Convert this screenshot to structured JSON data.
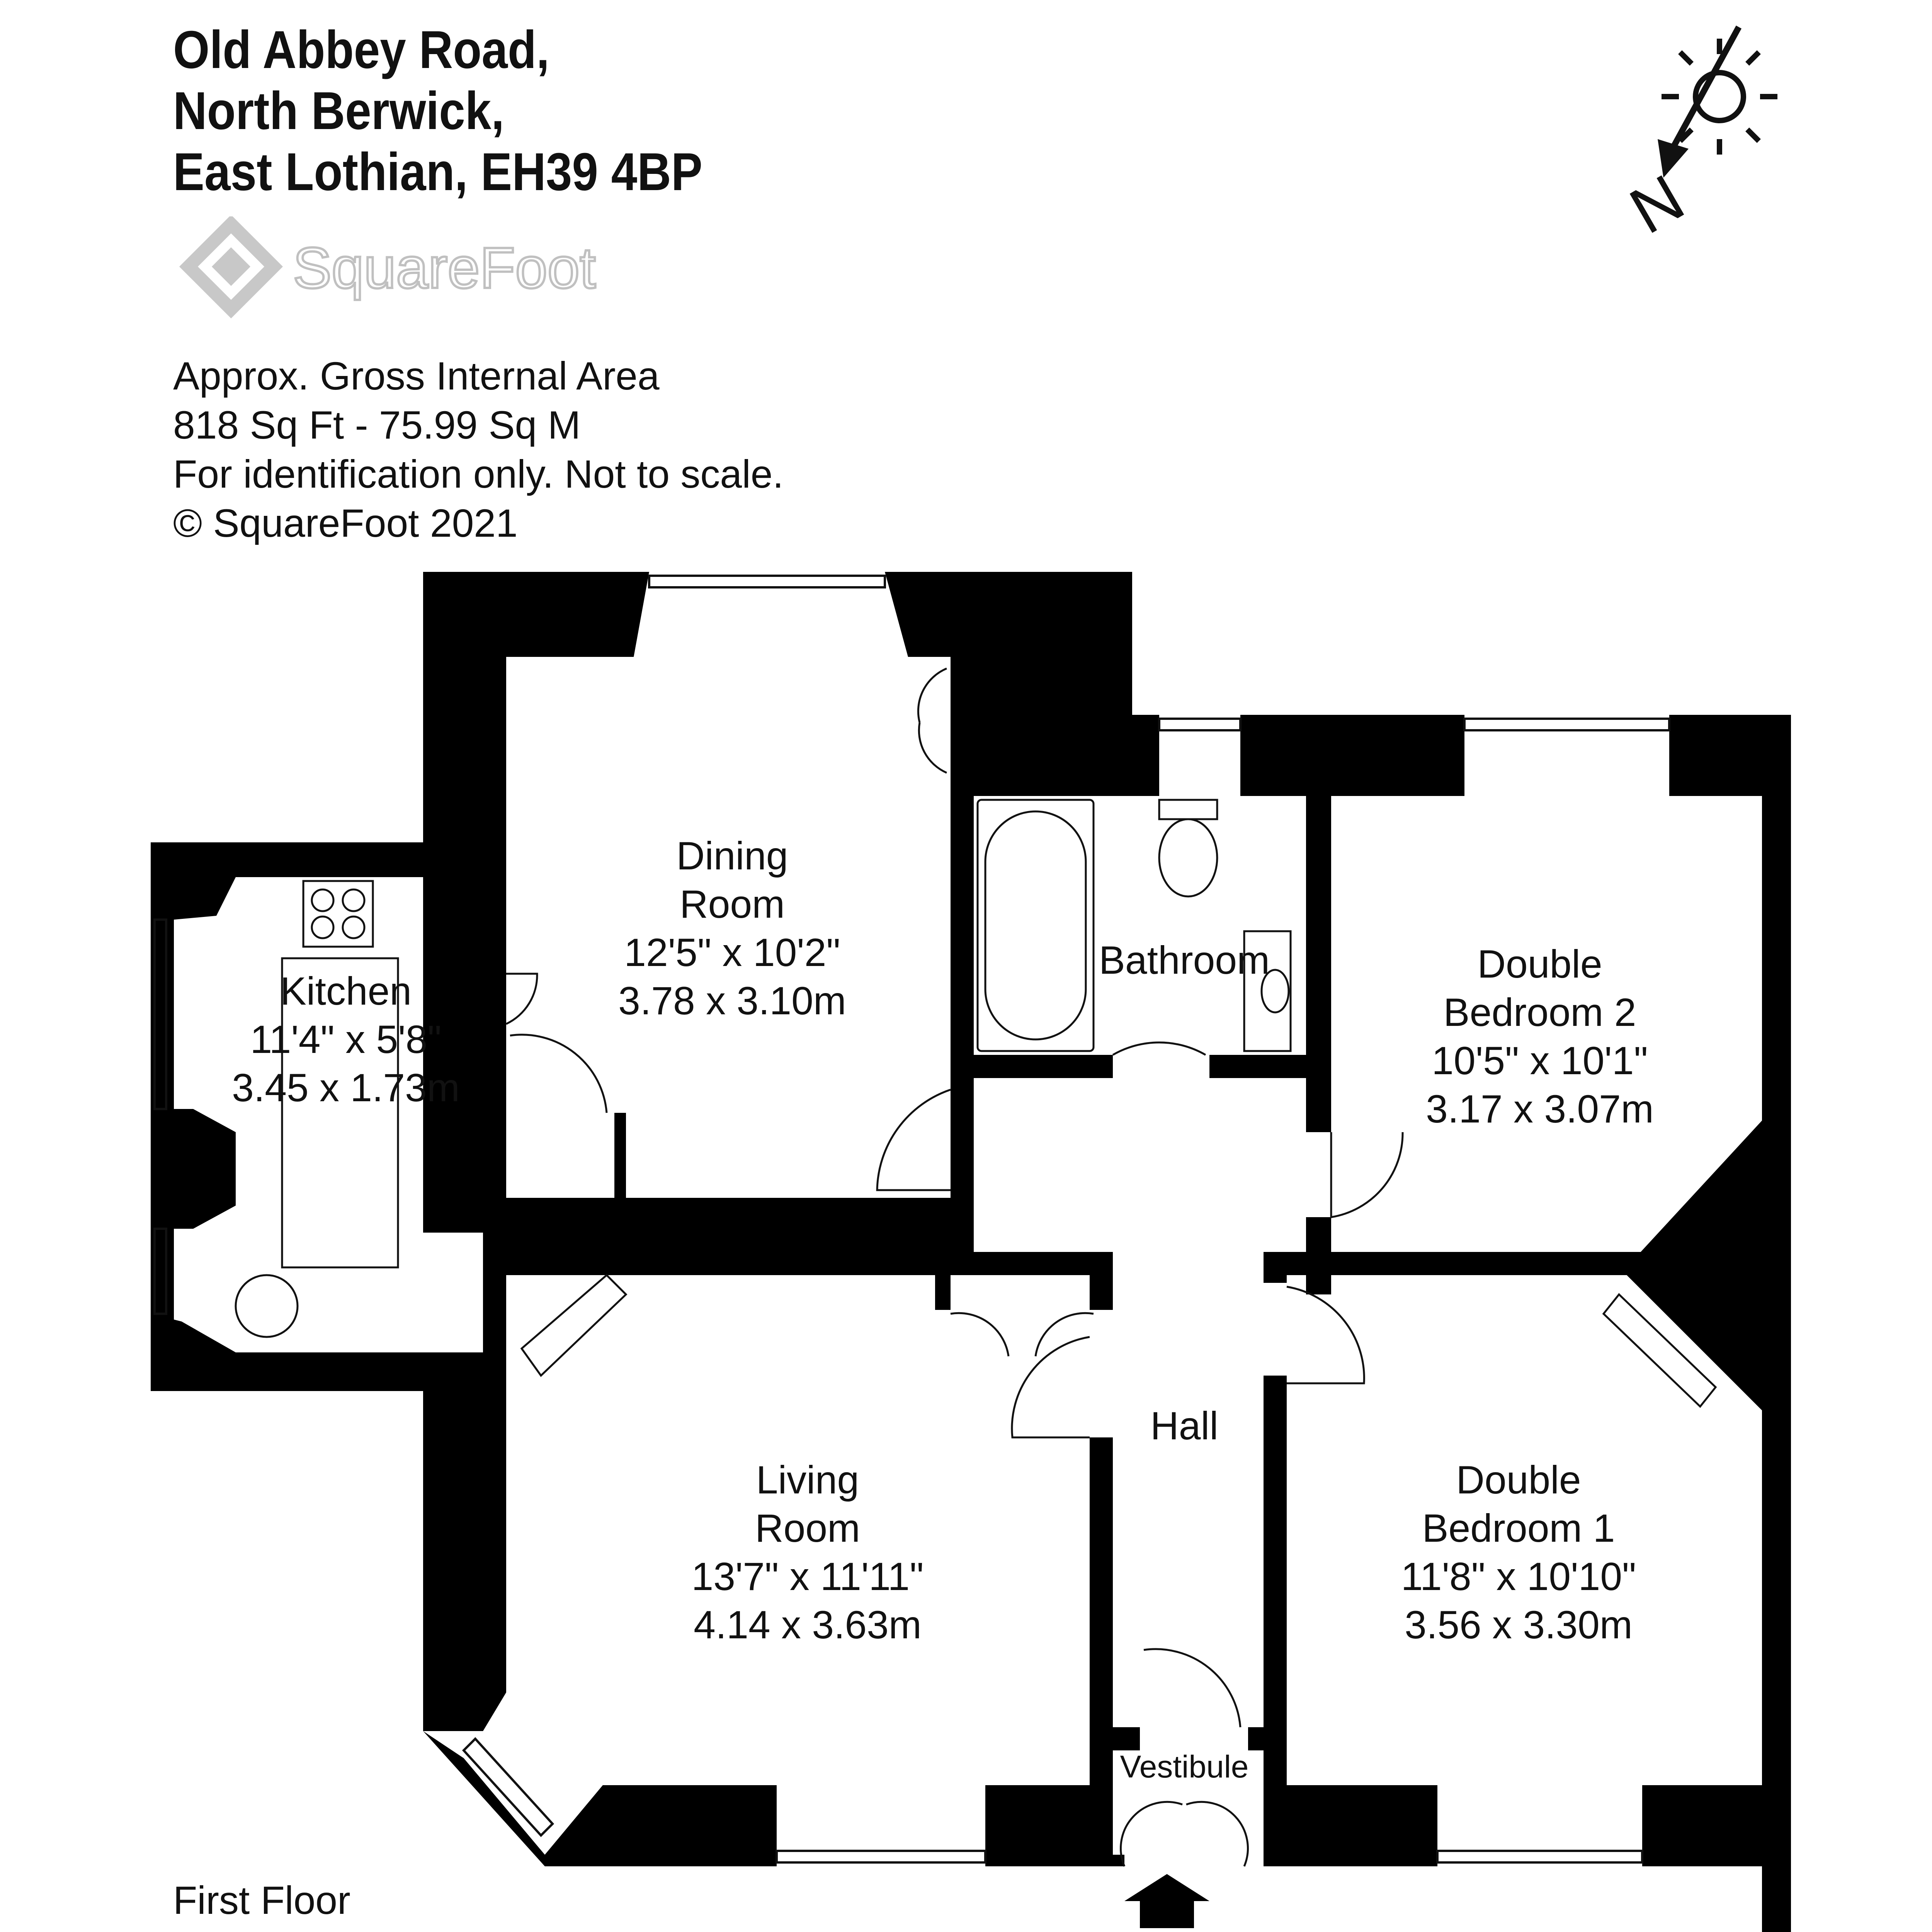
{
  "address": {
    "line1": "Old Abbey Road,",
    "line2": "North Berwick,",
    "line3": "East Lothian, EH39 4BP"
  },
  "logo": {
    "text": "SquareFoot"
  },
  "info": {
    "area_label": "Approx. Gross Internal Area",
    "area_value": "818 Sq Ft  -  75.99 Sq M",
    "disclaimer": "For identification only. Not to scale.",
    "copyright": "© SquareFoot 2021"
  },
  "compass": {
    "label": "N"
  },
  "rooms": {
    "kitchen": {
      "name": "Kitchen",
      "imperial": "11'4\" x 5'8\"",
      "metric": "3.45 x 1.73m"
    },
    "dining": {
      "name1": "Dining",
      "name2": "Room",
      "imperial": "12'5\" x 10'2\"",
      "metric": "3.78 x 3.10m"
    },
    "bathroom": {
      "name": "Bathroom"
    },
    "bedroom2": {
      "name1": "Double",
      "name2": "Bedroom 2",
      "imperial": "10'5\" x 10'1\"",
      "metric": "3.17 x 3.07m"
    },
    "living": {
      "name1": "Living",
      "name2": "Room",
      "imperial": "13'7\" x 11'11\"",
      "metric": "4.14 x 3.63m"
    },
    "hall": {
      "name": "Hall"
    },
    "bedroom1": {
      "name1": "Double",
      "name2": "Bedroom 1",
      "imperial": "11'8\" x 10'10\"",
      "metric": "3.56 x 3.30m"
    },
    "vestibule": {
      "name": "Vestibule"
    }
  },
  "floor_label": "First Floor",
  "colors": {
    "wall": "#000000",
    "text": "#111111",
    "logo": "#c8c8c8"
  }
}
